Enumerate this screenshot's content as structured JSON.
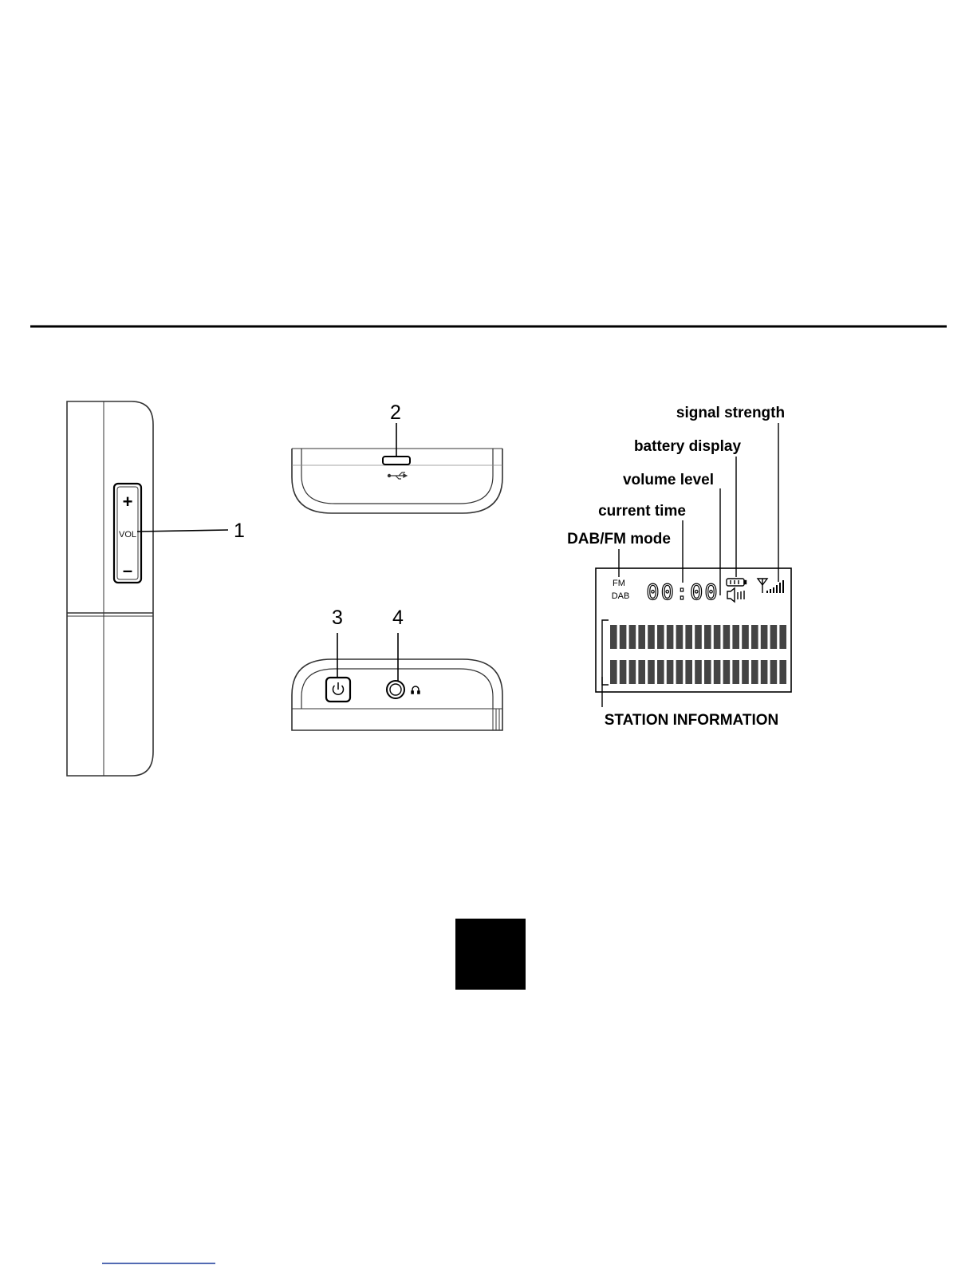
{
  "callouts": {
    "n1": "1",
    "n2": "2",
    "n3": "3",
    "n4": "4"
  },
  "side_view": {
    "plus": "+",
    "minus": "–",
    "vol": "VOL"
  },
  "display": {
    "mode_fm": "FM",
    "mode_dab": "DAB",
    "time": "00:00",
    "labels": {
      "signal_strength": "signal strength",
      "battery_display": "battery display",
      "volume_level": "volume level",
      "current_time": "current time",
      "dab_fm_mode": "DAB/FM mode",
      "station_information": "STATION INFORMATION"
    }
  },
  "icons": {
    "usb": "usb-icon",
    "power": "power-icon",
    "headphone": "headphone-icon",
    "battery": "battery-icon",
    "speaker": "speaker-icon",
    "antenna": "antenna-icon"
  },
  "colors": {
    "ink": "#000000",
    "line": "#333333",
    "paper": "#ffffff"
  }
}
